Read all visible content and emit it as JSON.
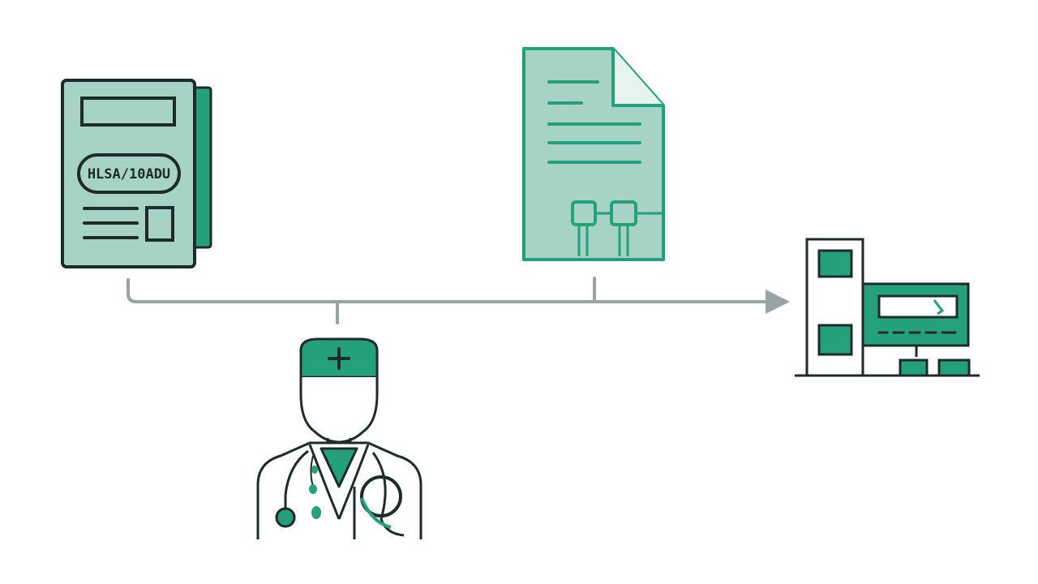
{
  "colors": {
    "background": "#ffffff",
    "outline": "#1f2a2a",
    "teal_dark": "#24a07a",
    "teal_light": "#a7d3c5",
    "connector": "#9aa3a3"
  },
  "nodes": [
    {
      "id": "card",
      "icon": "id-card-icon",
      "label": "HLSA/10ADU"
    },
    {
      "id": "document",
      "icon": "document-icon"
    },
    {
      "id": "doctor",
      "icon": "doctor-icon"
    },
    {
      "id": "hospital",
      "icon": "hospital-icon"
    }
  ]
}
